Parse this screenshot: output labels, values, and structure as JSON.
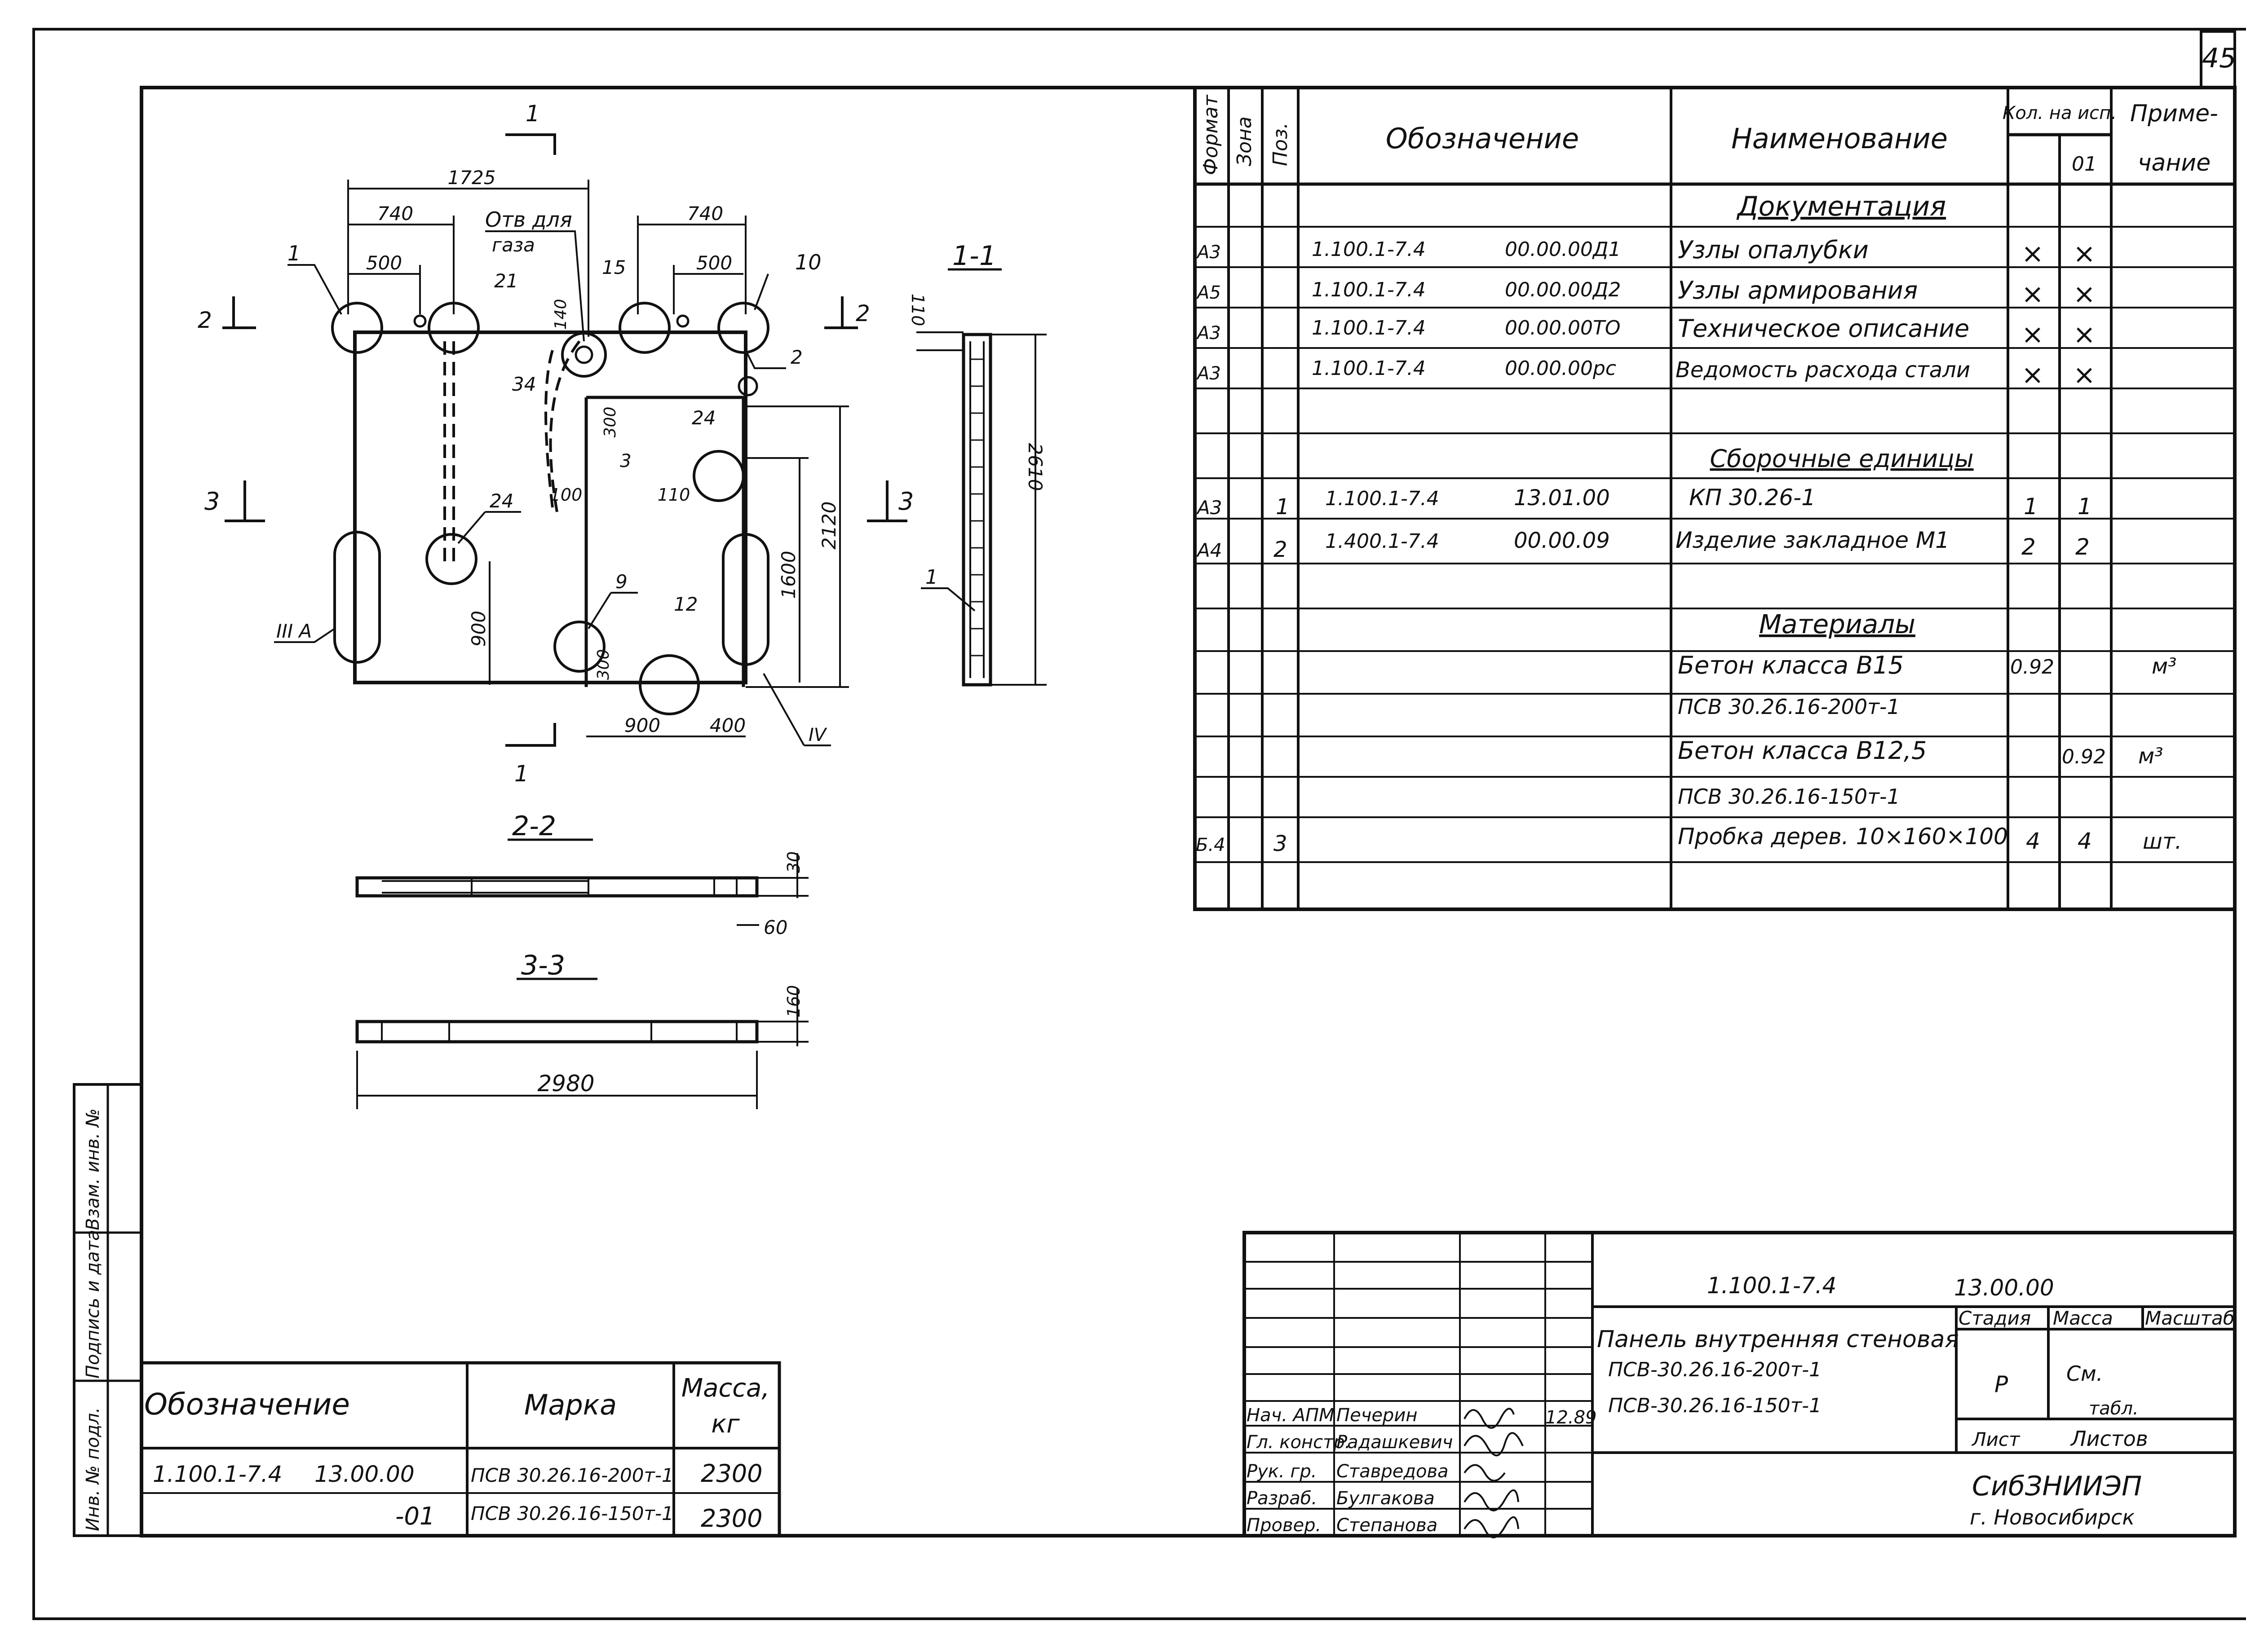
{
  "page_number": "45",
  "drawing": {
    "dims": [
      "1725",
      "740",
      "500",
      "740",
      "500",
      "110",
      "2610",
      "2120",
      "1600",
      "900",
      "300",
      "100",
      "110",
      "300",
      "900",
      "400",
      "140",
      "30",
      "60",
      "160",
      "2980"
    ],
    "callouts": [
      "1",
      "21",
      "15",
      "10",
      "2",
      "34",
      "24",
      "3",
      "24",
      "9",
      "12",
      "1",
      "2",
      "3"
    ],
    "hole_note_line1": "Отв для",
    "hole_note_line2": "газа",
    "node_a": "III А",
    "node_iv": "IV",
    "section_marks": {
      "s1": "1",
      "s2": "2",
      "s3": "3"
    },
    "section_titles": {
      "s11": "1-1",
      "s22": "2-2",
      "s33": "3-3"
    }
  },
  "spec": {
    "headers": {
      "format": "Формат",
      "zone": "Зона",
      "pos": "Поз.",
      "designation": "Обозначение",
      "name": "Наименование",
      "qty": "Кол. на исп.",
      "qty_col": "01",
      "note1": "Приме-",
      "note2": "чание"
    },
    "section_docs": "Документация",
    "section_units": "Сборочные единицы",
    "section_materials": "Материалы",
    "docs": [
      {
        "format": "А3",
        "code": "1.100.1-7.4",
        "num": "00.00.00Д1",
        "name": "Узлы опалубки",
        "q1": "×",
        "q2": "×"
      },
      {
        "format": "А5",
        "code": "1.100.1-7.4",
        "num": "00.00.00Д2",
        "name": "Узлы армирования",
        "q1": "×",
        "q2": "×"
      },
      {
        "format": "А3",
        "code": "1.100.1-7.4",
        "num": "00.00.00ТО",
        "name": "Техническое описание",
        "q1": "×",
        "q2": "×"
      },
      {
        "format": "А3",
        "code": "1.100.1-7.4",
        "num": "00.00.00рс",
        "name": "Ведомость расхода стали",
        "q1": "×",
        "q2": "×"
      }
    ],
    "units": [
      {
        "format": "А3",
        "pos": "1",
        "code": "1.100.1-7.4",
        "num": "13.01.00",
        "name": "КП 30.26-1",
        "q1": "1",
        "q2": "1"
      },
      {
        "format": "А4",
        "pos": "2",
        "code": "1.400.1-7.4",
        "num": "00.00.09",
        "name": "Изделие закладное М1",
        "q1": "2",
        "q2": "2"
      }
    ],
    "materials": [
      {
        "name": "Бетон класса В15",
        "q1": "0.92",
        "q2": "",
        "unit": "м³"
      },
      {
        "name": "ПСВ 30.26.16-200т-1",
        "q1": "",
        "q2": "",
        "unit": ""
      },
      {
        "name": "Бетон класса В12,5",
        "q1": "",
        "q2": "0.92",
        "unit": "м³"
      },
      {
        "name": "ПСВ 30.26.16-150т-1",
        "q1": "",
        "q2": "",
        "unit": ""
      },
      {
        "format": "Б.4",
        "pos": "3",
        "name": "Пробка дерев. 10×160×100",
        "q1": "4",
        "q2": "4",
        "unit": "шт."
      }
    ]
  },
  "marks_table": {
    "h_designation": "Обозначение",
    "h_mark": "Марка",
    "h_mass": "Масса,",
    "h_mass_unit": "кг",
    "rows": [
      {
        "code": "1.100.1-7.4",
        "num": "13.00.00",
        "mark": "ПСВ 30.26.16-200т-1",
        "mass": "2300"
      },
      {
        "code": "",
        "num": "-01",
        "mark": "ПСВ 30.26.16-150т-1",
        "mass": "2300"
      }
    ]
  },
  "side_stamp": [
    "Инв. № подл.",
    "Подпись и дата",
    "Взам. инв. №"
  ],
  "title_block": {
    "code": "1.100.1-7.4",
    "num": "13.00.00",
    "title": "Панель внутренняя стеновая",
    "marks": [
      "ПСВ-30.26.16-200т-1",
      "ПСВ-30.26.16-150т-1"
    ],
    "col_stage": "Стадия",
    "col_mass": "Масса",
    "col_scale": "Масштаб",
    "stage": "Р",
    "mass_note1": "См.",
    "mass_note2": "табл.",
    "sheet": "Лист",
    "sheets": "Листов",
    "org": "СибЗНИИЭП",
    "city": "г. Новосибирск",
    "date": "12.89",
    "people": [
      {
        "role": "Нач. АПМ",
        "name": "Печерин"
      },
      {
        "role": "Гл. констр.",
        "name": "Радашкевич"
      },
      {
        "role": "Рук. гр.",
        "name": "Ставредова"
      },
      {
        "role": "Разраб.",
        "name": "Булгакова"
      },
      {
        "role": "Провер.",
        "name": "Степанова"
      }
    ]
  }
}
